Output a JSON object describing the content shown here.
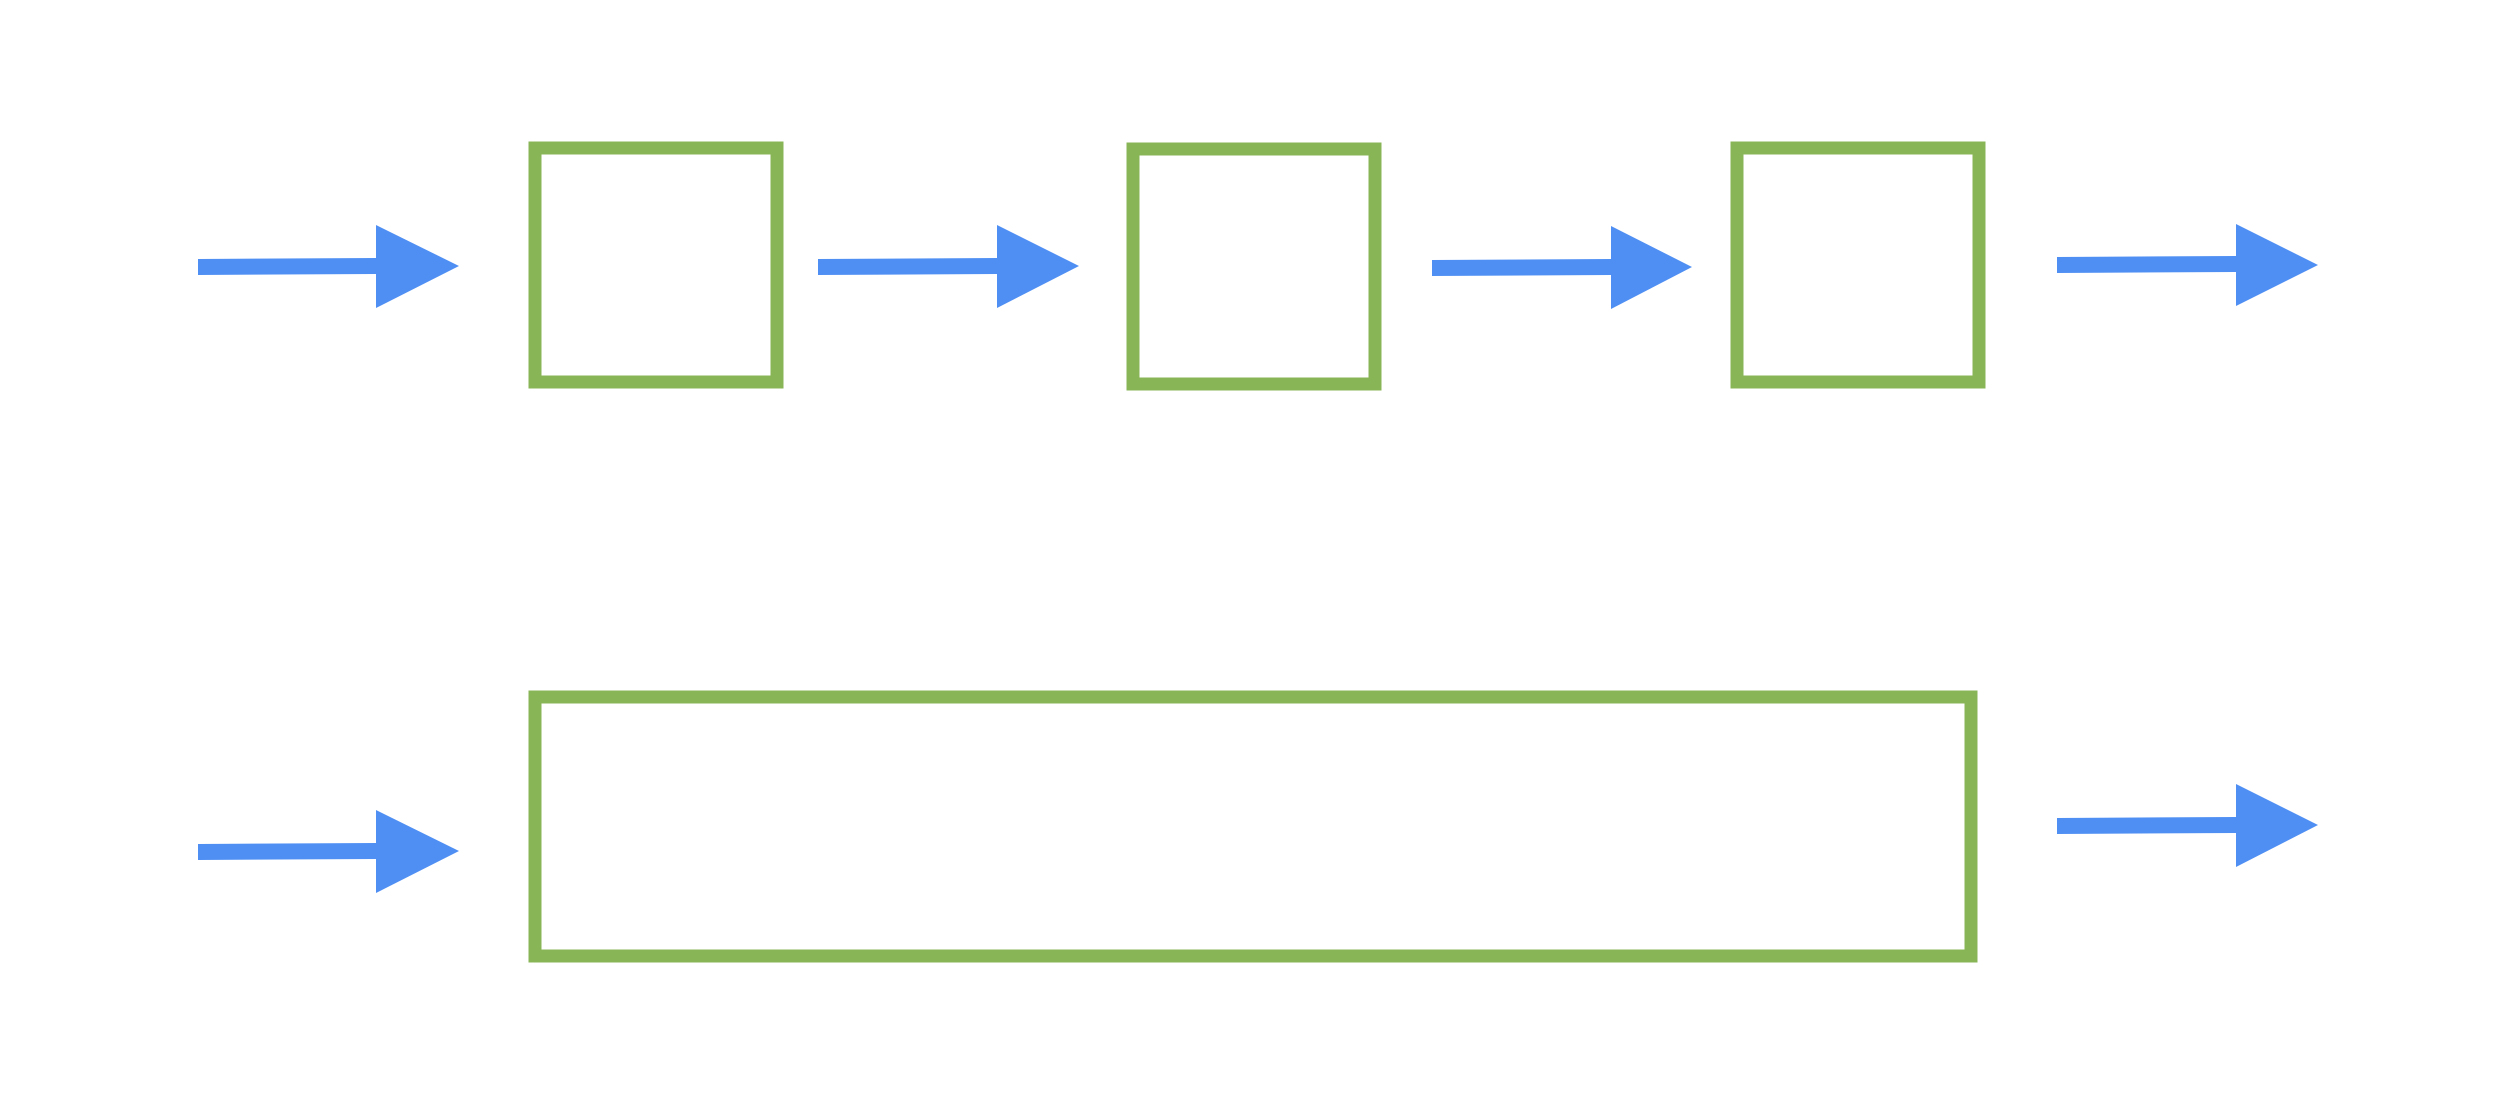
{
  "colors": {
    "background": "#ffffff",
    "box_stroke": "#88b555",
    "arrow_fill": "#4f8ff3"
  },
  "rows": [
    {
      "name": "pipeline-stages",
      "sequence": [
        "arrow",
        "box",
        "arrow",
        "box",
        "arrow",
        "box",
        "arrow"
      ]
    },
    {
      "name": "single-block",
      "sequence": [
        "arrow",
        "box",
        "arrow"
      ]
    }
  ]
}
